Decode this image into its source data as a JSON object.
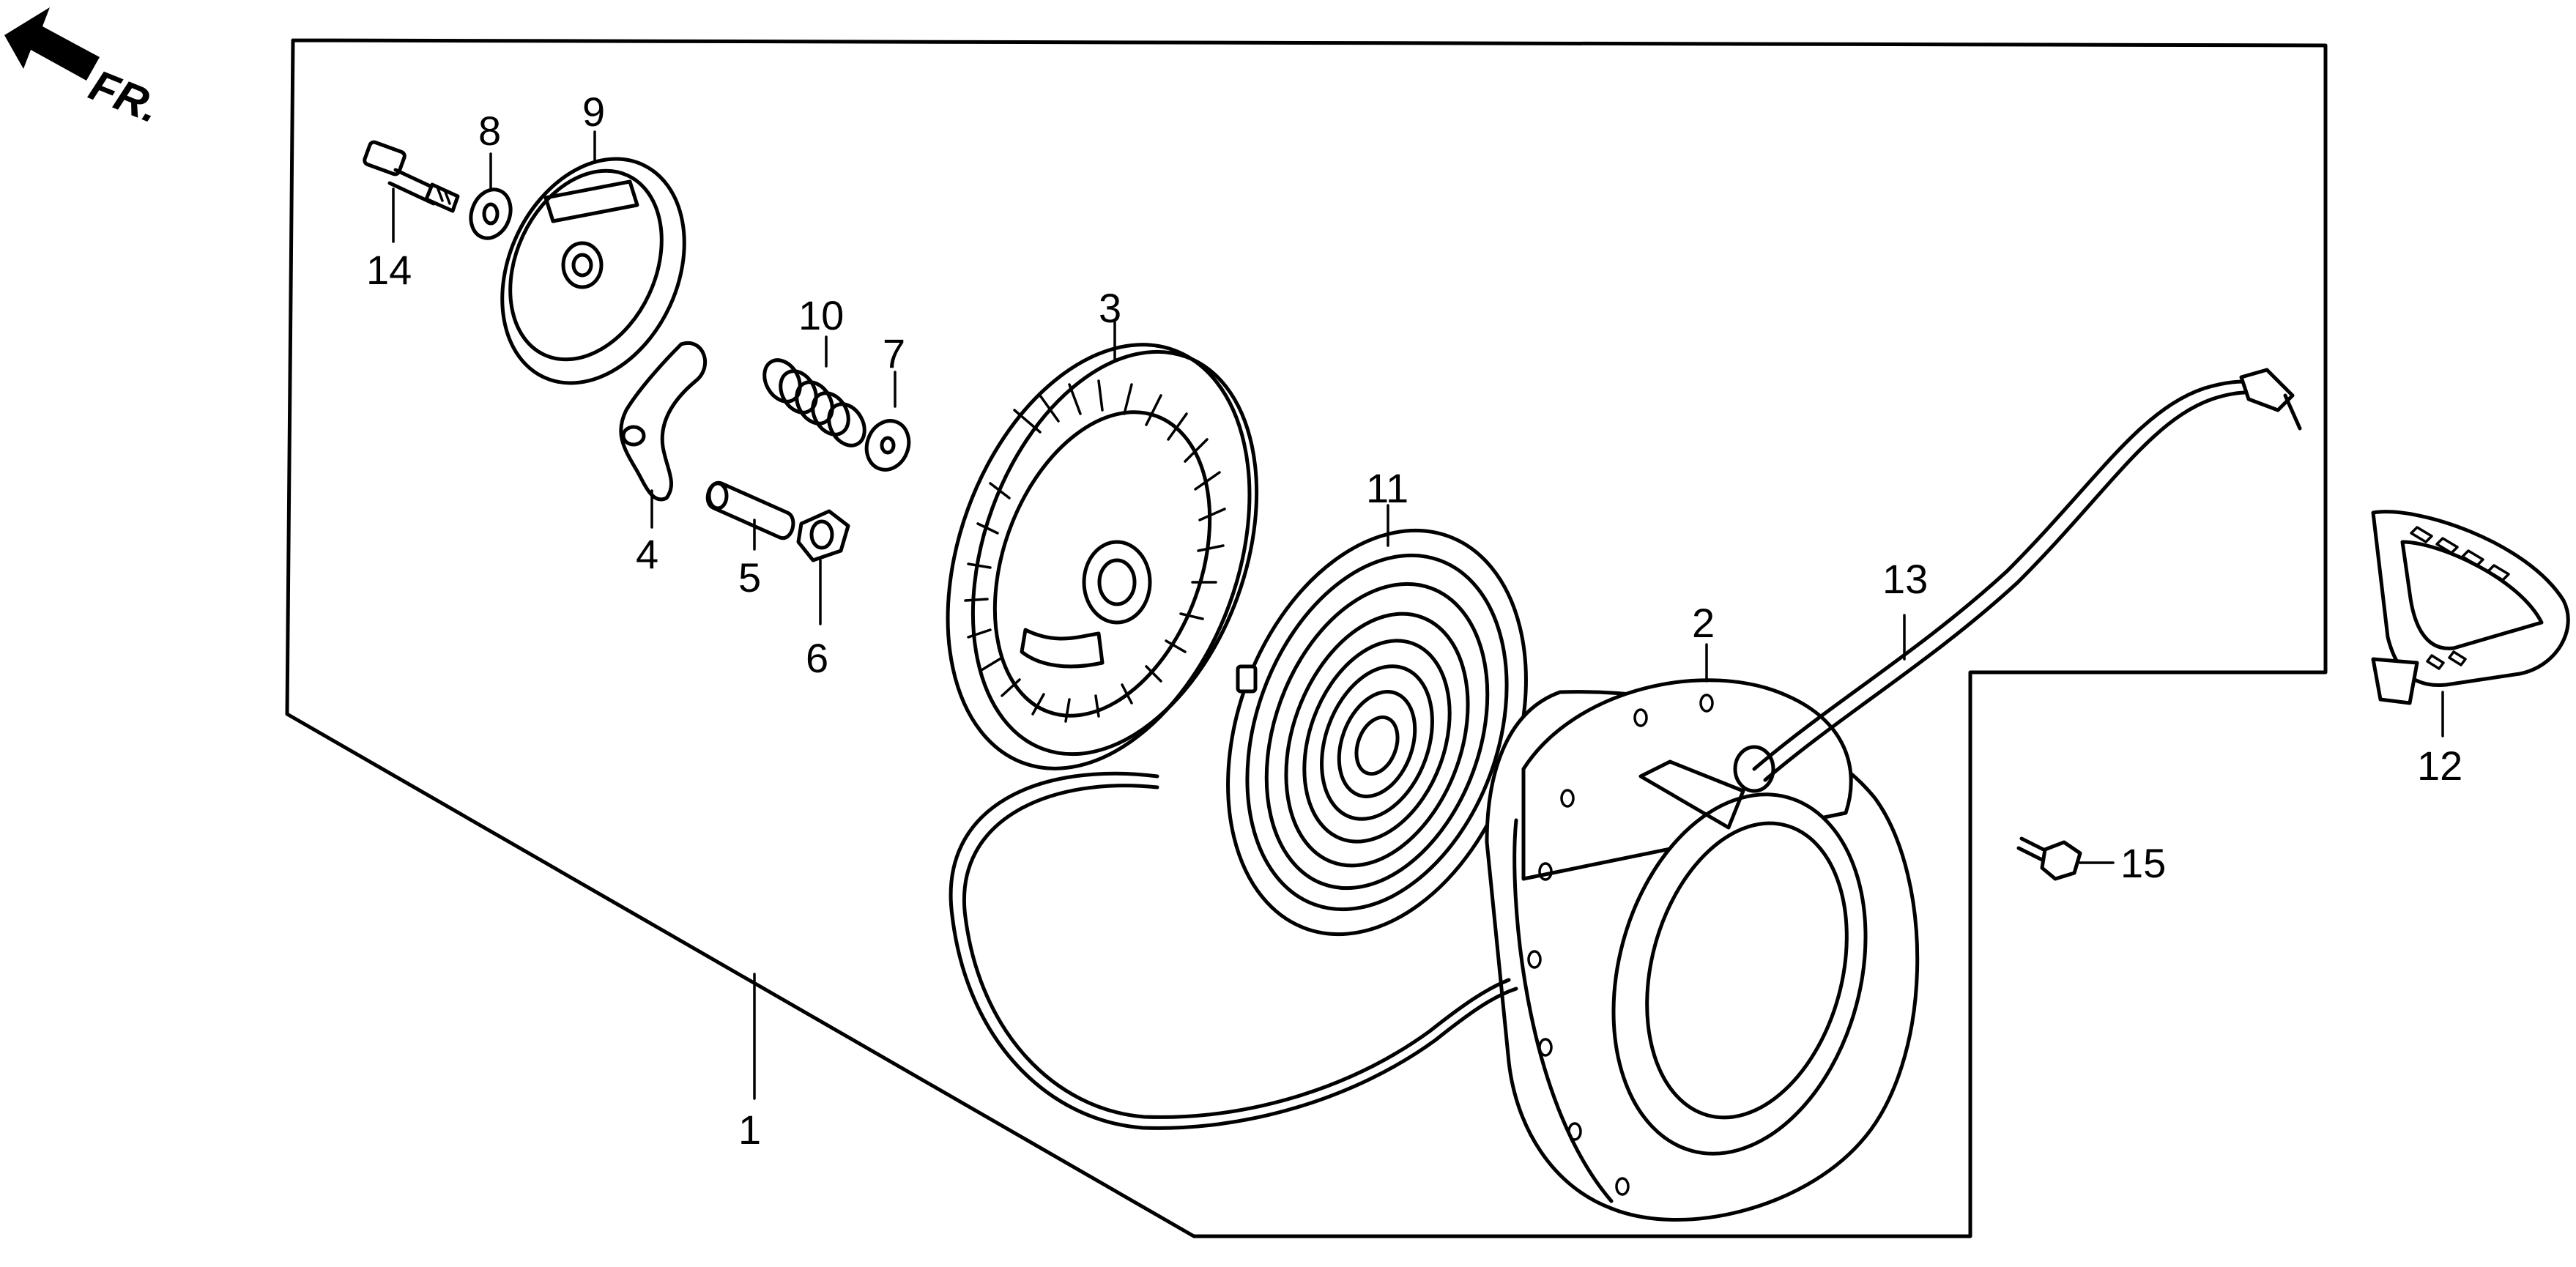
{
  "direction": {
    "label": "FR.",
    "icon": "front-direction-arrow-icon"
  },
  "callouts": [
    {
      "part": "1",
      "label": "1"
    },
    {
      "part": "2",
      "label": "2"
    },
    {
      "part": "3",
      "label": "3"
    },
    {
      "part": "4",
      "label": "4"
    },
    {
      "part": "5",
      "label": "5"
    },
    {
      "part": "6",
      "label": "6"
    },
    {
      "part": "7",
      "label": "7"
    },
    {
      "part": "8",
      "label": "8"
    },
    {
      "part": "9",
      "label": "9"
    },
    {
      "part": "10",
      "label": "10"
    },
    {
      "part": "11",
      "label": "11"
    },
    {
      "part": "12",
      "label": "12"
    },
    {
      "part": "13",
      "label": "13"
    },
    {
      "part": "14",
      "label": "14"
    },
    {
      "part": "15",
      "label": "15"
    }
  ]
}
